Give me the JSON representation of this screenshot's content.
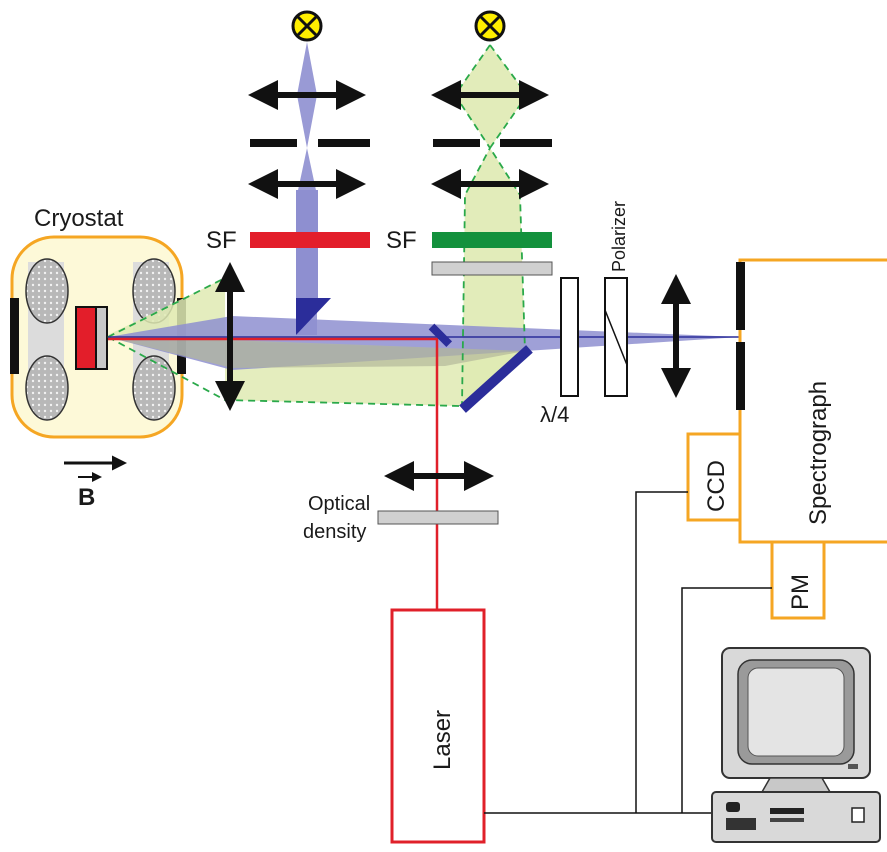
{
  "labels": {
    "cryostat": "Cryostat",
    "field": "B",
    "sf_left": "SF",
    "sf_right": "SF",
    "polarizer": "Polarizer",
    "waveplate": "λ/4",
    "optical_density_line1": "Optical",
    "optical_density_line2": "density",
    "laser": "Laser",
    "spectrograph": "Spectrograph",
    "ccd": "CCD",
    "pm": "PM"
  },
  "colors": {
    "beam_blue": "#8e8fd0",
    "dark_blue": "#2b2d9a",
    "beam_green": "#dfeab3",
    "dash_green": "#2aa94a",
    "filter_red": "#e31e2a",
    "filter_green": "#13913d",
    "laser_red": "#e0202a",
    "lamp_yellow": "#ffef00",
    "cryostat_fill": "#fdf9d8",
    "cryostat_border": "#f5a623",
    "orange_box": "#f5a623",
    "gray": "#d0d0d0"
  },
  "icons": [
    "lamp-icon-left",
    "lamp-icon-right",
    "computer-icon",
    "magnetic-field-arrow-icon"
  ]
}
